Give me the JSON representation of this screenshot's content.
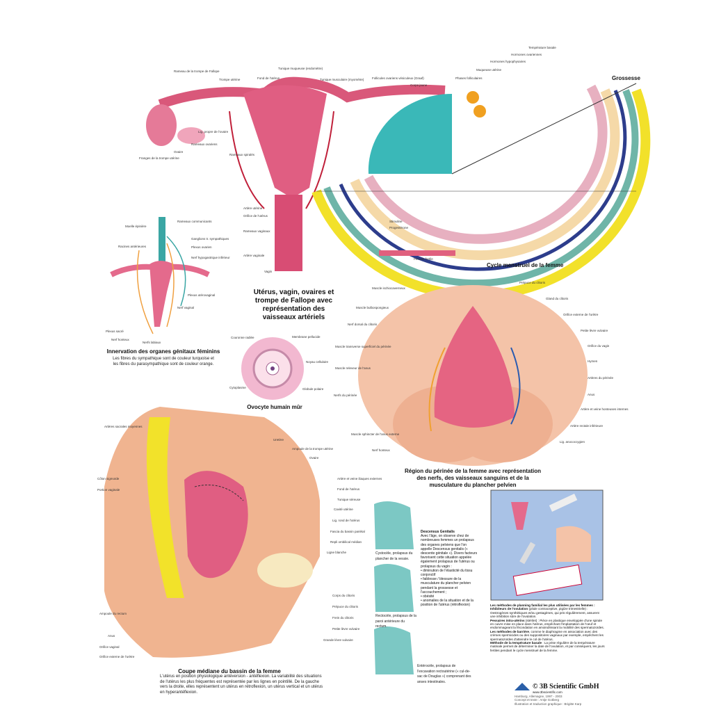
{
  "sections": {
    "uterus": {
      "caption": "Utérus, vagin, ovaires et trompe de Fallope avec représentation des vaisseaux artériels",
      "labels": [
        "Rameau de la trompe de Fallope",
        "Trompe utérine",
        "Fond de l'utérus",
        "Tunique muqueuse (endomètre)",
        "Tunique musculaire (myomètre)",
        "Lig. propre de l'ovaire",
        "Rameaux ovariens",
        "Ovaire",
        "Franges de la trompe utérine",
        "Rameaux spiralés",
        "Artère utérine",
        "Orifice de l'utérus",
        "Rameaux vaginaux",
        "Artère vaginale",
        "Vagin"
      ]
    },
    "cycle": {
      "caption": "Cycle menstruel de la femme",
      "pregnancy_label": "Grossesse",
      "labels": [
        "Follicules ovariens vésiculeux (Graaf)",
        "Corps jaune",
        "Phases folliculaires",
        "Muqueuse utérine",
        "Hormones hypophysaires",
        "Hormones ovariennes",
        "Température basale",
        "Période fertile",
        "Stimuline",
        "Progestérone"
      ]
    },
    "innervation": {
      "caption": "Innervation des organes génitaux féminins",
      "subcaption": "Les fibres du sympathique sont de couleur turquoise et les fibres du parasympathique sont de couleur orange.",
      "labels": [
        "Moelle épinière",
        "Rameaux communicants",
        "Racines antérieures",
        "Ganglions tr. sympathiques",
        "Plexus ovarien",
        "Nerf hypogastrique inférieur",
        "Plexus utérovaginal",
        "Nerf vaginal",
        "Plexus sacré",
        "Nerf honteux",
        "Nerfs labiaux"
      ]
    },
    "oocyte": {
      "caption": "Ovocyte humain mûr",
      "labels": [
        "Couronne radiée",
        "Membrane pellucide",
        "Noyau cellulaire",
        "Cytoplasme",
        "Globule polaire"
      ]
    },
    "perineum": {
      "caption": "Région du périnée de la femme avec représentation des nerfs, des vaisseaux sanguins et de la musculature du plancher pelvien",
      "labels_left": [
        "Muscle ischiocaverneux",
        "Muscle bulbospongieux",
        "Nerf dorsal du clitoris",
        "Muscle transverse superficiel du périnée",
        "Muscle releveur de l'anus",
        "Nerfs du périnée",
        "Muscle sphincter de l'anus externe",
        "Nerf honteux"
      ],
      "labels_right": [
        "Prépuce du clitoris",
        "Gland du clitoris",
        "Orifice externe de l'urètre",
        "Petite lèvre vulvaire",
        "Orifice du vagin",
        "Hymen",
        "Artères du périnée",
        "Anus",
        "Artère et veine honteuses internes",
        "Artère rectale inférieure",
        "Lig. anococcygien"
      ]
    },
    "pelvis": {
      "caption": "Coupe médiane du bassin de la femme",
      "description": "L'utérus en position physiologique antéversion - antéflexion. La variabilité des situations de l'utérus les plus fréquentes est représentée par les lignes en pointillé. De la gauche vers la droite, elles représentent un utérus en rétroflexion, un utérus vertical et un utérus en hyperantéflexion.",
      "labels_left": [
        "Artères sacrales moyennes",
        "Côlon sigmoïde",
        "Portion vaginale",
        "Ampoule du rectum",
        "Anus",
        "Orifice vaginal",
        "Orifice externe de l'urètre"
      ],
      "labels_right": [
        "Uretère",
        "Ampoule de la trompe utérine",
        "Ovaire",
        "Artère et veine iliaques externes",
        "Fond de l'utérus",
        "Tunique séreuse",
        "Cavité utérine",
        "Lig. rond de l'utérus",
        "Fascia du bassin pariétal",
        "Repli ombilical médian",
        "Ligne blanche",
        "Corps du clitoris",
        "Prépuce du clitoris",
        "Frein du clitoris",
        "Petite lèvre vulvaire",
        "Grande lèvre vulvaire"
      ]
    },
    "prolapse": {
      "title": "Descensus Genitalis",
      "text": "Avec l'âge, on observe chez de nombreuses femmes un prolapsus des organes pelviens que l'on appelle Descensus genitalis (« descente génitale »). Divers facteurs favorisent cette situation appelée également prolapsus de l'utérus ou prolapsus du vagin :",
      "bullets": [
        "diminution de l'élasticité du tissu conjonctif",
        "faiblesse / blessure de la musculature du plancher pelvien pendant la grossesse et l'accouchement ;",
        "obésité",
        "anomalies de la situation et de la position de l'utérus (rétroflexion)"
      ],
      "captions": [
        "Cystocèle, prolapsus du plancher de la vessie.",
        "Rectocèle, prolapsus de la paroi antérieure du rectum.",
        "Entérocèle, prolapsus de l'excavation rectoutérine (« cul-de-sac de Douglas ») comprenant des anses intestinales."
      ]
    },
    "contraception": {
      "title": "Les méthodes de planning familial les plus utilisées par les femmes :",
      "items": [
        {
          "head": "Inhibiteurs de l'ovulation",
          "text": "(pilule contraceptive, pigûre trimestrielle) : Oestrogènes synthétiques et/ou gestagènes, qui pris régulièrement, assurent une inhibition sûre de l'ovulation."
        },
        {
          "head": "Pessaires intra-utérins",
          "text": "(stérilet) : Pièce en plastique enveloppée d'une spirale en cuivre mise en place dans l'utérus, empêchant l'implantation de l'oeuf et endommageant la fécondation en amoindrissant la mobilité des spermatozoïdes."
        },
        {
          "head": "Les méthodes de barrière",
          "text": ", comme le diaphragme en association avec des crèmes spermicides ou des suppositoires vaginaux par exemple, empêchent les spermatozoïdes d'atteindre le col de l'utérus."
        },
        {
          "head": "Méthode de la température basale",
          "text": " : La prise régulière de la température matinale permet de déterminer la date de l'ovulation, et par conséquent, les jours fertiles pendant le cycle menstruel de la femme."
        }
      ]
    }
  },
  "publisher": {
    "logo_text": "3B",
    "name": "© 3B Scientific GmbH",
    "url": "www.3bscientific.com",
    "place": "Hamburg, Allemagne, 1997 - 2003",
    "concept": "Concept et texte : Antje Gotberg",
    "illustration": "Illustration et traduction graphique : Brigitte Karp"
  },
  "colors": {
    "tissue": "#e46a8c",
    "turquoise": "#3aa6a4",
    "yellow": "#f2e12a",
    "blue_panel": "#a9c2e6"
  }
}
